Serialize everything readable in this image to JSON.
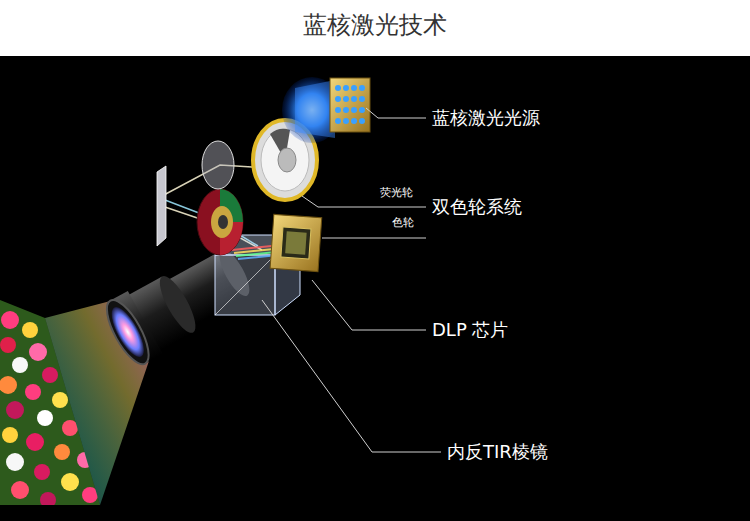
{
  "diagram": {
    "title": "蓝核激光技术",
    "labels": [
      "蓝核激光光源",
      "荧光轮",
      "双色轮系统",
      "色轮",
      "DLP 芯片",
      "内反TIR棱镜"
    ]
  }
}
